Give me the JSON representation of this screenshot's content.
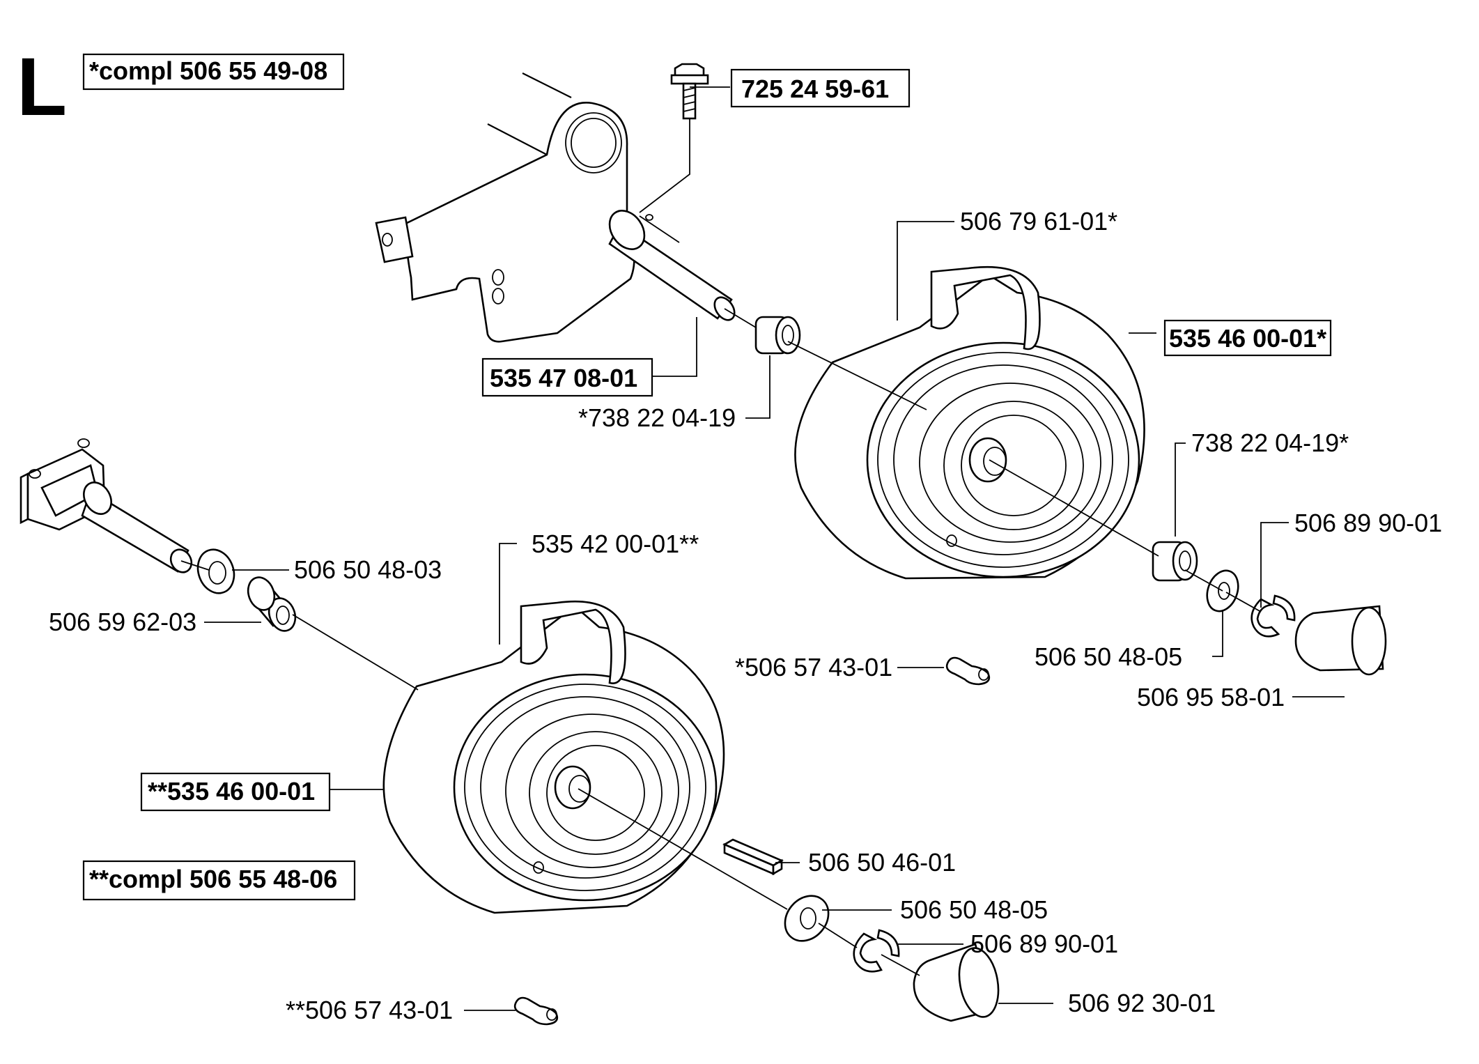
{
  "section_letter": "L",
  "headers": {
    "compl_top": "*compl 506 55 49-08",
    "compl_bottom": "**compl 506 55 48-06"
  },
  "parts": {
    "bolt": "725 24 59-61",
    "axle_top": "535 47 08-01",
    "bearing_top_left": "*738 22 04-19",
    "wheel_top_rim": "506 79 61-01*",
    "wheel_top_tire": "535 46 00-01*",
    "bearing_top_right": "738 22 04-19*",
    "clip_top": "506 89 90-01",
    "washer_top": "506 50 48-05",
    "cap_top": "506 95 58-01",
    "valve_top": "*506 57 43-01",
    "washer_axle": "506 50 48-03",
    "spacer": "506 59 62-03",
    "wheel_bottom_rim": "535 42 00-01**",
    "wheel_bottom_tire": "**535 46 00-01",
    "key": "506 50 46-01",
    "washer_bottom": "506 50 48-05",
    "clip_bottom": "506 89 90-01",
    "cap_bottom": "506 92 30-01",
    "valve_bottom": "**506 57 43-01"
  }
}
